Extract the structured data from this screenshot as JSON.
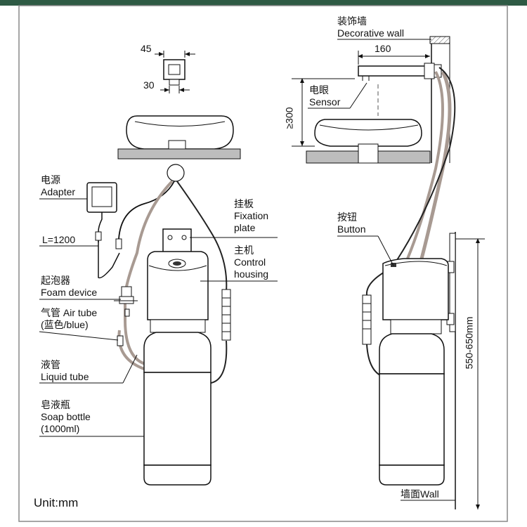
{
  "colors": {
    "top_bar": "#2e5a44",
    "frame": "#888888",
    "tube": "#a89a92",
    "wire": "#222222",
    "slab": "#bdbdbd"
  },
  "left_view": {
    "dim_width": "45",
    "dim_height": "30",
    "adapter": {
      "cn": "电源",
      "en": "Adapter"
    },
    "cable_length": "L=1200",
    "foam_device": {
      "cn": "起泡器",
      "en": "Foam device"
    },
    "air_tube": {
      "cn": "气管 Air tube",
      "en": "(蓝色/blue)"
    },
    "liquid_tube": {
      "cn": "液管",
      "en": "Liquid tube"
    },
    "soap_bottle": {
      "cn": "皂液瓶",
      "en": "Soap bottle",
      "capacity": "(1000ml)"
    },
    "fixation_plate": {
      "cn": "挂板",
      "en1": "Fixation",
      "en2": "plate"
    },
    "control_housing": {
      "cn": "主机",
      "en1": "Control",
      "en2": "housing"
    }
  },
  "right_view": {
    "decorative_wall": {
      "cn": "装饰墙",
      "en": "Decorative wall"
    },
    "dim_spout": "160",
    "sensor": {
      "cn": "电眼",
      "en": "Sensor"
    },
    "dim_height_min": "≥300",
    "button": {
      "cn": "按钮",
      "en": "Button"
    },
    "dim_mount": "550-650mm",
    "wall": "墙面Wall"
  },
  "unit": "Unit:mm"
}
